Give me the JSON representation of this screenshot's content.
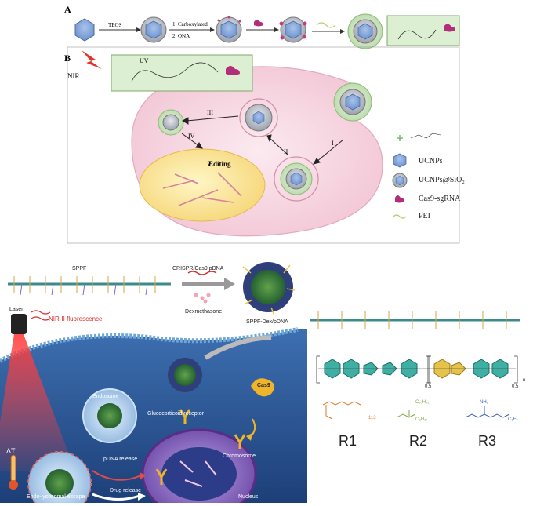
{
  "panel_top": {
    "label_a": "A",
    "label_b": "B",
    "a_step1": "TEOS",
    "a_step2_line1": "1. Carboxylated",
    "a_step2_line2": "2. ONA",
    "b_nir": "NIR",
    "b_uv": "UV",
    "b_step_i": "I",
    "b_step_ii": "II",
    "b_step_iii": "III",
    "b_step_iv": "IV",
    "b_step_v": "V",
    "b_editing": "Editing",
    "legend": [
      {
        "label": "",
        "icon": "linker-molecule-icon"
      },
      {
        "label": "UCNPs",
        "icon": "hexagon-icon"
      },
      {
        "label": "UCNPs@SiO₂",
        "icon": "silica-shell-icon"
      },
      {
        "label": "Cas9-sgRNA",
        "icon": "cas9-complex-icon"
      },
      {
        "label": "PEI",
        "icon": "polymer-strand-icon"
      }
    ]
  },
  "panel_bottom": {
    "sppf": "SPPF",
    "crispr": "CRISPR/Cas9 pDNA",
    "dexamethasone": "Dexmethasone",
    "sppf_dex": "SPPF-Dex/pDNA",
    "laser": "Laser",
    "nir_ii": "NIR-II fluorescence",
    "endosome": "Endosome",
    "glucocorticoid": "Glucocorticoid receptor",
    "cas9": "Cas9",
    "pdna_release": "pDNA release",
    "chromosome": "Chromosome",
    "delta_t": "ΔT",
    "endo_escape": "Endo-lysosomal escape",
    "drug_release": "Drug release",
    "nucleus": "Nucleus"
  },
  "panel_right": {
    "r1": "R1",
    "r2": "R2",
    "r3": "R3",
    "sub_05a": "0.5",
    "sub_05b": "0.5",
    "sub_n": "n",
    "r1_sub": "113",
    "r2_top": "C₁₀H₂₁",
    "r2_bot": "C₈H₁₇",
    "r3_top": "NH₂",
    "r3_right": "C₃F₇"
  }
}
